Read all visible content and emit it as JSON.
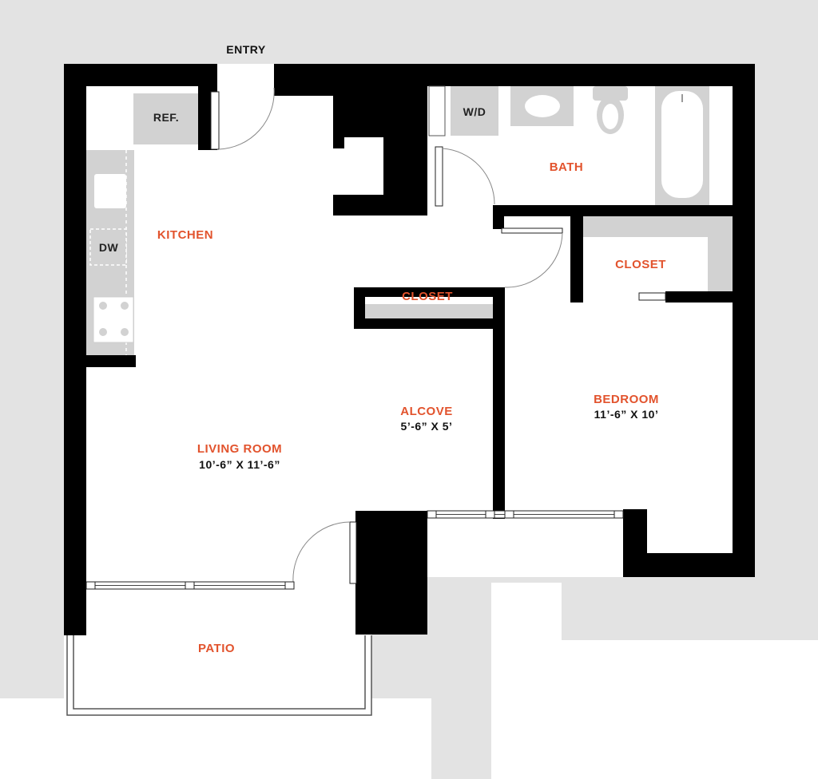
{
  "colors": {
    "wall": "#000000",
    "floor": "#ffffff",
    "surround": "#e3e3e3",
    "fixture": "#d2d2d2",
    "room_label": "#e2532d",
    "text": "#111111"
  },
  "labels": {
    "entry": "ENTRY",
    "ref": "REF.",
    "wd": "W/D",
    "dw": "DW",
    "kitchen": "KITCHEN",
    "bath": "BATH",
    "closet_bed": "CLOSET",
    "closet_hall": "CLOSET",
    "alcove": "ALCOVE",
    "alcove_dim": "5’-6” X 5’",
    "bedroom": "BEDROOM",
    "bedroom_dim": "11’-6” X 10’",
    "living": "LIVING ROOM",
    "living_dim": "10’-6” X 11’-6”",
    "patio": "PATIO"
  }
}
